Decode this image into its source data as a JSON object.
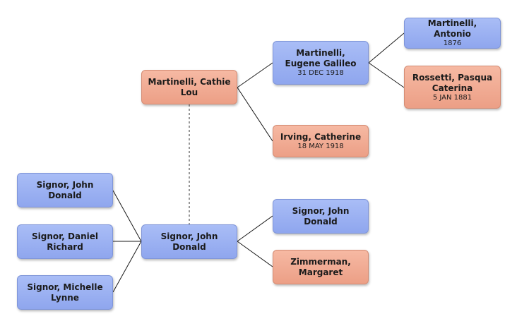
{
  "nodes": {
    "cathie": {
      "name": "Martinelli, Cathie Lou",
      "date": ""
    },
    "eugene": {
      "name": "Martinelli, Eugene Galileo",
      "date": "31 DEC 1918"
    },
    "antonio": {
      "name": "Martinelli, Antonio",
      "date": "1876"
    },
    "pasqua": {
      "name": "Rossetti, Pasqua Caterina",
      "date": "5 JAN 1881"
    },
    "catherine": {
      "name": "Irving, Catherine",
      "date": "18 MAY 1918"
    },
    "child_john": {
      "name": "Signor, John Donald",
      "date": ""
    },
    "child_daniel": {
      "name": "Signor, Daniel Richard",
      "date": ""
    },
    "child_michelle": {
      "name": "Signor, Michelle Lynne",
      "date": ""
    },
    "center_john": {
      "name": "Signor, John Donald",
      "date": ""
    },
    "father_john": {
      "name": "Signor, John Donald",
      "date": ""
    },
    "margaret": {
      "name": "Zimmerman, Margaret",
      "date": ""
    }
  },
  "colors": {
    "male": "#98adf0",
    "female": "#f0a890",
    "link": "#1a1a1a",
    "spouse_link": "#777777"
  }
}
